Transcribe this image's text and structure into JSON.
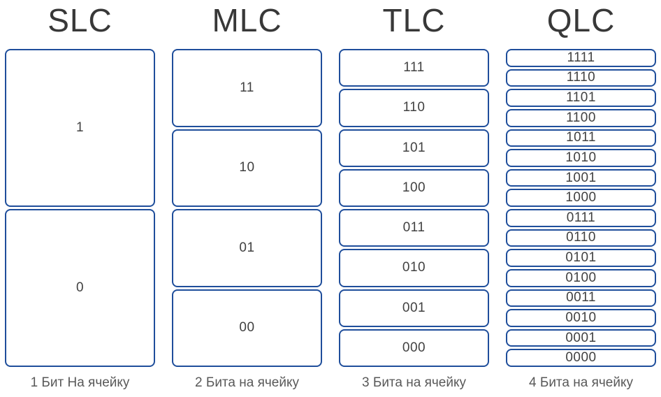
{
  "accent_color": "#1f4e9b",
  "title_color": "#383838",
  "caption_color": "#595959",
  "columns": [
    {
      "title": "SLC",
      "caption": "1 Бит На ячейку",
      "bits_per_cell": 1,
      "cells": [
        "1",
        "0"
      ]
    },
    {
      "title": "MLC",
      "caption": "2 Бита на ячейку",
      "bits_per_cell": 2,
      "cells": [
        "11",
        "10",
        "01",
        "00"
      ]
    },
    {
      "title": "TLC",
      "caption": "3 Бита на ячейку",
      "bits_per_cell": 3,
      "cells": [
        "111",
        "110",
        "101",
        "100",
        "011",
        "010",
        "001",
        "000"
      ]
    },
    {
      "title": "QLC",
      "caption": "4 Бита на ячейку",
      "bits_per_cell": 4,
      "cells": [
        "1111",
        "1110",
        "1101",
        "1100",
        "1011",
        "1010",
        "1001",
        "1000",
        "0111",
        "0110",
        "0101",
        "0100",
        "0011",
        "0010",
        "0001",
        "0000"
      ]
    }
  ]
}
